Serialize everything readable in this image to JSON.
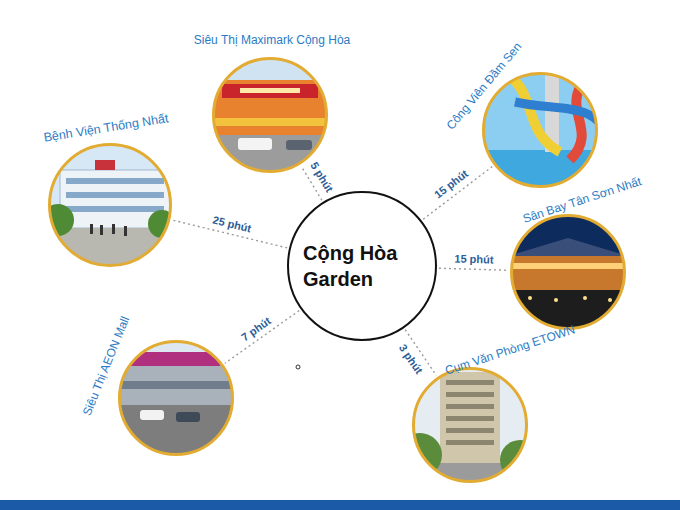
{
  "diagram": {
    "nodes": [
      {
        "text": [
          "Siêu Thị Maximark Cộng Hòa"
        ]
      },
      {
        "text": [
          "Công Viên Đầm Sen"
        ]
      },
      {
        "text": [
          "Bệnh Viện Thống Nhất"
        ]
      },
      {
        "text": [
          "Cộng Hòa Garden"
        ]
      },
      {
        "text": [
          "Sân Bay Tân Sơn Nhất"
        ]
      },
      {
        "text": [
          "Siêu Thị AEON Mall"
        ]
      },
      {
        "text": [
          "Cụm Văn Phòng ETOWN"
        ]
      }
    ],
    "edges": [
      {
        "from": 3,
        "to": 0,
        "arrow": "none",
        "label": "5 phút"
      },
      {
        "from": 3,
        "to": 1,
        "arrow": "none",
        "label": "15 phút"
      },
      {
        "from": 3,
        "to": 2,
        "arrow": "none",
        "label": "25 phút"
      },
      {
        "from": 3,
        "to": 4,
        "arrow": "none",
        "label": "15 phút"
      },
      {
        "from": 3,
        "to": 5,
        "arrow": "none",
        "label": "7 phút"
      },
      {
        "from": 3,
        "to": 6,
        "arrow": "none",
        "label": "3 phút"
      }
    ]
  }
}
